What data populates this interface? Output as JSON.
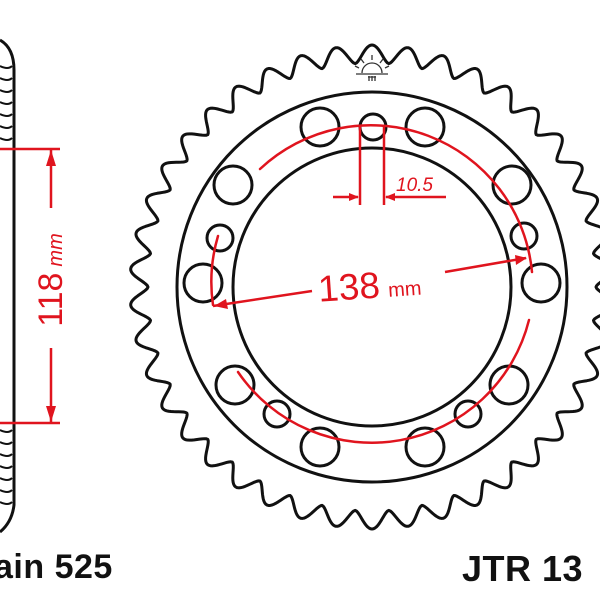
{
  "drawing": {
    "title": "Rear sprocket technical drawing",
    "colors": {
      "outline": "#111111",
      "dimension": "#e0141e",
      "background": "#ffffff"
    },
    "side_view": {
      "dimension_value": "118",
      "dimension_unit": "mm"
    },
    "front_view": {
      "pcd_value": "138",
      "pcd_unit": "mm",
      "bolt_hole_dimension": "10.5",
      "teeth_count_estimate": 42,
      "logo_icon": "sun-logo-icon"
    },
    "labels": {
      "chain": "ain 525",
      "part_number": "JTR 13"
    }
  }
}
